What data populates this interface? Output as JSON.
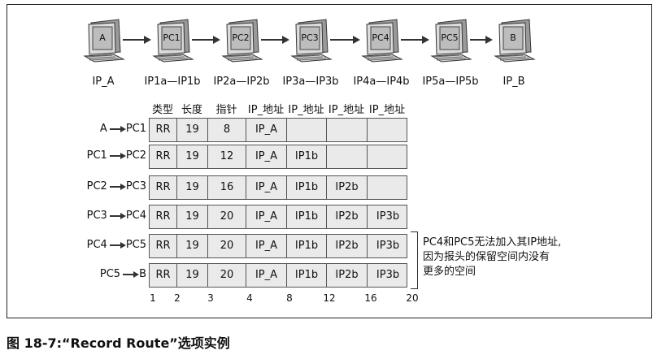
{
  "computers": [
    {
      "screen": "A",
      "label": "IP_A"
    },
    {
      "screen": "PC1",
      "label": "IP1a—IP1b"
    },
    {
      "screen": "PC2",
      "label": "IP2a—IP2b"
    },
    {
      "screen": "PC3",
      "label": "IP3a—IP3b"
    },
    {
      "screen": "PC4",
      "label": "IP4a—IP4b"
    },
    {
      "screen": "PC5",
      "label": "IP5a—IP5b"
    },
    {
      "screen": "B",
      "label": "IP_B"
    }
  ],
  "headers": [
    "类型",
    "长度",
    "指针",
    "IP_地址",
    "IP_地址",
    "IP_地址",
    "IP_地址"
  ],
  "rows": [
    {
      "from": "A",
      "to": "PC1",
      "cells": [
        "RR",
        "19",
        "8",
        "IP_A",
        "",
        "",
        ""
      ]
    },
    {
      "from": "PC1",
      "to": "PC2",
      "cells": [
        "RR",
        "19",
        "12",
        "IP_A",
        "IP1b",
        "",
        ""
      ]
    },
    {
      "from": "PC2",
      "to": "PC3",
      "cells": [
        "RR",
        "19",
        "16",
        "IP_A",
        "IP1b",
        "IP2b",
        ""
      ]
    },
    {
      "from": "PC3",
      "to": "PC4",
      "cells": [
        "RR",
        "19",
        "20",
        "IP_A",
        "IP1b",
        "IP2b",
        "IP3b"
      ]
    },
    {
      "from": "PC4",
      "to": "PC5",
      "cells": [
        "RR",
        "19",
        "20",
        "IP_A",
        "IP1b",
        "IP2b",
        "IP3b"
      ]
    },
    {
      "from": "PC5",
      "to": "B",
      "cells": [
        "RR",
        "19",
        "20",
        "IP_A",
        "IP1b",
        "IP2b",
        "IP3b"
      ]
    }
  ],
  "offsets": [
    "1",
    "2",
    "3",
    "4",
    "8",
    "12",
    "16",
    "20"
  ],
  "note": [
    "PC4和PC5无法加入其IP地址,",
    "因为报头的保留空间内没有",
    "更多的空间"
  ],
  "caption": "图 18-7:“Record Route”选项实例"
}
